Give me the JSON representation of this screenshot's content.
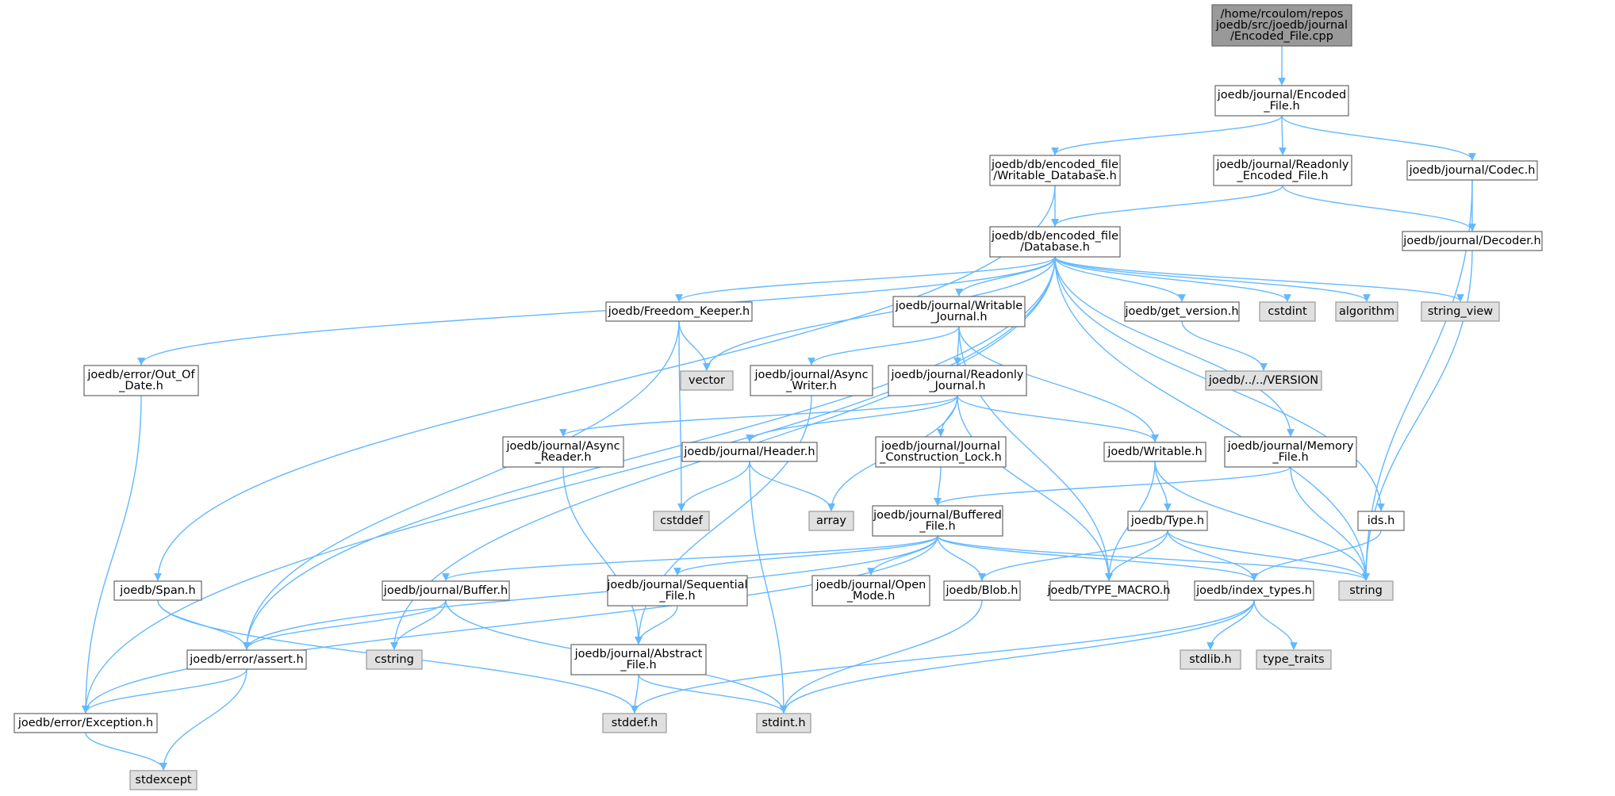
{
  "colors": {
    "edge": "#63b8ff",
    "root_fill": "#999999",
    "root_stroke": "#666666",
    "node_fill": "#ffffff",
    "node_stroke": "#666666",
    "external_fill": "#e0e0e0",
    "external_stroke": "#999999",
    "text": "#000000"
  },
  "graph": {
    "nodes": [
      {
        "id": "encoded_file_cpp",
        "kind": "root",
        "lines": [
          "/home/rcoulom/repos",
          "joedb/src/joedb/journal",
          "/Encoded_File.cpp"
        ]
      },
      {
        "id": "journal_encoded_file_h",
        "kind": "file",
        "lines": [
          "joedb/journal/Encoded",
          "_File.h"
        ]
      },
      {
        "id": "db_encoded_file_writable_database_h",
        "kind": "file",
        "lines": [
          "joedb/db/encoded_file",
          "/Writable_Database.h"
        ]
      },
      {
        "id": "journal_readonly_encoded_file_h",
        "kind": "file",
        "lines": [
          "joedb/journal/Readonly",
          "_Encoded_File.h"
        ]
      },
      {
        "id": "journal_codec_h",
        "kind": "file",
        "lines": [
          "joedb/journal/Codec.h"
        ]
      },
      {
        "id": "db_encoded_file_database_h",
        "kind": "file",
        "lines": [
          "joedb/db/encoded_file",
          "/Database.h"
        ]
      },
      {
        "id": "journal_decoder_h",
        "kind": "file",
        "lines": [
          "joedb/journal/Decoder.h"
        ]
      },
      {
        "id": "freedom_keeper_h",
        "kind": "file",
        "lines": [
          "joedb/Freedom_Keeper.h"
        ]
      },
      {
        "id": "journal_writable_journal_h",
        "kind": "file",
        "lines": [
          "joedb/journal/Writable",
          "_Journal.h"
        ]
      },
      {
        "id": "get_version_h",
        "kind": "file",
        "lines": [
          "joedb/get_version.h"
        ]
      },
      {
        "id": "cstdint",
        "kind": "external",
        "lines": [
          "cstdint"
        ]
      },
      {
        "id": "algorithm",
        "kind": "external",
        "lines": [
          "algorithm"
        ]
      },
      {
        "id": "string_view",
        "kind": "external",
        "lines": [
          "string_view"
        ]
      },
      {
        "id": "vector",
        "kind": "external",
        "lines": [
          "vector"
        ]
      },
      {
        "id": "version",
        "kind": "external",
        "lines": [
          "joedb/../../VERSION"
        ]
      },
      {
        "id": "error_out_of_date_h",
        "kind": "file",
        "lines": [
          "joedb/error/Out_Of",
          "_Date.h"
        ]
      },
      {
        "id": "journal_async_writer_h",
        "kind": "file",
        "lines": [
          "joedb/journal/Async",
          "_Writer.h"
        ]
      },
      {
        "id": "journal_readonly_journal_h",
        "kind": "file",
        "lines": [
          "joedb/journal/Readonly",
          "_Journal.h"
        ]
      },
      {
        "id": "journal_async_reader_h",
        "kind": "file",
        "lines": [
          "joedb/journal/Async",
          "_Reader.h"
        ]
      },
      {
        "id": "journal_header_h",
        "kind": "file",
        "lines": [
          "joedb/journal/Header.h"
        ]
      },
      {
        "id": "journal_journal_construction_lock_h",
        "kind": "file",
        "lines": [
          "joedb/journal/Journal",
          "_Construction_Lock.h"
        ]
      },
      {
        "id": "writable_h",
        "kind": "file",
        "lines": [
          "joedb/Writable.h"
        ]
      },
      {
        "id": "journal_memory_file_h",
        "kind": "file",
        "lines": [
          "joedb/journal/Memory",
          "_File.h"
        ]
      },
      {
        "id": "cstddef",
        "kind": "external",
        "lines": [
          "cstddef"
        ]
      },
      {
        "id": "array",
        "kind": "external",
        "lines": [
          "array"
        ]
      },
      {
        "id": "journal_buffered_file_h",
        "kind": "file",
        "lines": [
          "joedb/journal/Buffered",
          "_File.h"
        ]
      },
      {
        "id": "type_h",
        "kind": "file",
        "lines": [
          "joedb/Type.h"
        ]
      },
      {
        "id": "ids_h",
        "kind": "file",
        "lines": [
          "ids.h"
        ]
      },
      {
        "id": "string",
        "kind": "external",
        "lines": [
          "string"
        ]
      },
      {
        "id": "span_h",
        "kind": "file",
        "lines": [
          "joedb/Span.h"
        ]
      },
      {
        "id": "journal_buffer_h",
        "kind": "file",
        "lines": [
          "joedb/journal/Buffer.h"
        ]
      },
      {
        "id": "journal_sequential_file_h",
        "kind": "file",
        "lines": [
          "joedb/journal/Sequential",
          "_File.h"
        ]
      },
      {
        "id": "journal_open_mode_h",
        "kind": "file",
        "lines": [
          "joedb/journal/Open",
          "_Mode.h"
        ]
      },
      {
        "id": "blob_h",
        "kind": "file",
        "lines": [
          "joedb/Blob.h"
        ]
      },
      {
        "id": "type_macro_h",
        "kind": "file",
        "lines": [
          "joedb/TYPE_MACRO.h"
        ]
      },
      {
        "id": "index_types_h",
        "kind": "file",
        "lines": [
          "joedb/index_types.h"
        ]
      },
      {
        "id": "error_assert_h",
        "kind": "file",
        "lines": [
          "joedb/error/assert.h"
        ]
      },
      {
        "id": "cstring",
        "kind": "external",
        "lines": [
          "cstring"
        ]
      },
      {
        "id": "journal_abstract_file_h",
        "kind": "file",
        "lines": [
          "joedb/journal/Abstract",
          "_File.h"
        ]
      },
      {
        "id": "stdlib_h",
        "kind": "external",
        "lines": [
          "stdlib.h"
        ]
      },
      {
        "id": "type_traits",
        "kind": "external",
        "lines": [
          "type_traits"
        ]
      },
      {
        "id": "error_exception_h",
        "kind": "file",
        "lines": [
          "joedb/error/Exception.h"
        ]
      },
      {
        "id": "stddef_h",
        "kind": "external",
        "lines": [
          "stddef.h"
        ]
      },
      {
        "id": "stdint_h",
        "kind": "external",
        "lines": [
          "stdint.h"
        ]
      },
      {
        "id": "stdexcept",
        "kind": "external",
        "lines": [
          "stdexcept"
        ]
      }
    ],
    "edges": [
      [
        "encoded_file_cpp",
        "journal_encoded_file_h"
      ],
      [
        "journal_encoded_file_h",
        "db_encoded_file_writable_database_h"
      ],
      [
        "journal_encoded_file_h",
        "journal_readonly_encoded_file_h"
      ],
      [
        "journal_encoded_file_h",
        "journal_codec_h"
      ],
      [
        "db_encoded_file_writable_database_h",
        "db_encoded_file_database_h"
      ],
      [
        "db_encoded_file_writable_database_h",
        "span_h"
      ],
      [
        "journal_readonly_encoded_file_h",
        "db_encoded_file_database_h"
      ],
      [
        "journal_readonly_encoded_file_h",
        "journal_decoder_h"
      ],
      [
        "journal_codec_h",
        "journal_decoder_h"
      ],
      [
        "journal_codec_h",
        "string"
      ],
      [
        "journal_decoder_h",
        "string"
      ],
      [
        "db_encoded_file_database_h",
        "freedom_keeper_h"
      ],
      [
        "db_encoded_file_database_h",
        "journal_writable_journal_h"
      ],
      [
        "db_encoded_file_database_h",
        "get_version_h"
      ],
      [
        "db_encoded_file_database_h",
        "cstdint"
      ],
      [
        "db_encoded_file_database_h",
        "algorithm"
      ],
      [
        "db_encoded_file_database_h",
        "string_view"
      ],
      [
        "db_encoded_file_database_h",
        "string"
      ],
      [
        "db_encoded_file_database_h",
        "vector"
      ],
      [
        "db_encoded_file_database_h",
        "error_out_of_date_h"
      ],
      [
        "db_encoded_file_database_h",
        "error_assert_h"
      ],
      [
        "db_encoded_file_database_h",
        "cstring"
      ],
      [
        "db_encoded_file_database_h",
        "error_exception_h"
      ],
      [
        "db_encoded_file_database_h",
        "journal_memory_file_h"
      ],
      [
        "db_encoded_file_database_h",
        "ids_h"
      ],
      [
        "freedom_keeper_h",
        "vector"
      ],
      [
        "freedom_keeper_h",
        "cstddef"
      ],
      [
        "freedom_keeper_h",
        "error_assert_h"
      ],
      [
        "get_version_h",
        "version"
      ],
      [
        "journal_writable_journal_h",
        "journal_async_writer_h"
      ],
      [
        "journal_writable_journal_h",
        "journal_readonly_journal_h"
      ],
      [
        "journal_writable_journal_h",
        "writable_h"
      ],
      [
        "journal_writable_journal_h",
        "type_macro_h"
      ],
      [
        "journal_async_writer_h",
        "journal_abstract_file_h"
      ],
      [
        "journal_readonly_journal_h",
        "journal_async_reader_h"
      ],
      [
        "journal_readonly_journal_h",
        "journal_header_h"
      ],
      [
        "journal_readonly_journal_h",
        "journal_journal_construction_lock_h"
      ],
      [
        "journal_readonly_journal_h",
        "writable_h"
      ],
      [
        "journal_readonly_journal_h",
        "array"
      ],
      [
        "journal_readonly_journal_h",
        "type_macro_h"
      ],
      [
        "journal_async_reader_h",
        "journal_abstract_file_h"
      ],
      [
        "journal_header_h",
        "cstddef"
      ],
      [
        "journal_header_h",
        "array"
      ],
      [
        "journal_header_h",
        "stdint_h"
      ],
      [
        "journal_journal_construction_lock_h",
        "journal_buffered_file_h"
      ],
      [
        "writable_h",
        "type_h"
      ],
      [
        "writable_h",
        "type_macro_h"
      ],
      [
        "writable_h",
        "string"
      ],
      [
        "journal_memory_file_h",
        "journal_buffered_file_h"
      ],
      [
        "journal_memory_file_h",
        "string"
      ],
      [
        "error_out_of_date_h",
        "error_exception_h"
      ],
      [
        "type_h",
        "blob_h"
      ],
      [
        "type_h",
        "type_macro_h"
      ],
      [
        "type_h",
        "index_types_h"
      ],
      [
        "type_h",
        "string"
      ],
      [
        "ids_h",
        "index_types_h"
      ],
      [
        "journal_buffered_file_h",
        "journal_buffer_h"
      ],
      [
        "journal_buffered_file_h",
        "journal_sequential_file_h"
      ],
      [
        "journal_buffered_file_h",
        "journal_open_mode_h"
      ],
      [
        "journal_buffered_file_h",
        "blob_h"
      ],
      [
        "journal_buffered_file_h",
        "index_types_h"
      ],
      [
        "journal_buffered_file_h",
        "string"
      ],
      [
        "journal_buffered_file_h",
        "error_assert_h"
      ],
      [
        "journal_buffered_file_h",
        "error_exception_h"
      ],
      [
        "journal_buffer_h",
        "error_assert_h"
      ],
      [
        "journal_buffer_h",
        "cstring"
      ],
      [
        "journal_buffer_h",
        "stdint_h"
      ],
      [
        "journal_sequential_file_h",
        "journal_abstract_file_h"
      ],
      [
        "blob_h",
        "stdint_h"
      ],
      [
        "index_types_h",
        "stdlib_h"
      ],
      [
        "index_types_h",
        "type_traits"
      ],
      [
        "index_types_h",
        "stddef_h"
      ],
      [
        "index_types_h",
        "stdint_h"
      ],
      [
        "span_h",
        "error_assert_h"
      ],
      [
        "span_h",
        "stddef_h"
      ],
      [
        "error_assert_h",
        "error_exception_h"
      ],
      [
        "error_assert_h",
        "stdexcept"
      ],
      [
        "journal_abstract_file_h",
        "stddef_h"
      ],
      [
        "journal_abstract_file_h",
        "stdint_h"
      ],
      [
        "error_exception_h",
        "stdexcept"
      ]
    ]
  }
}
